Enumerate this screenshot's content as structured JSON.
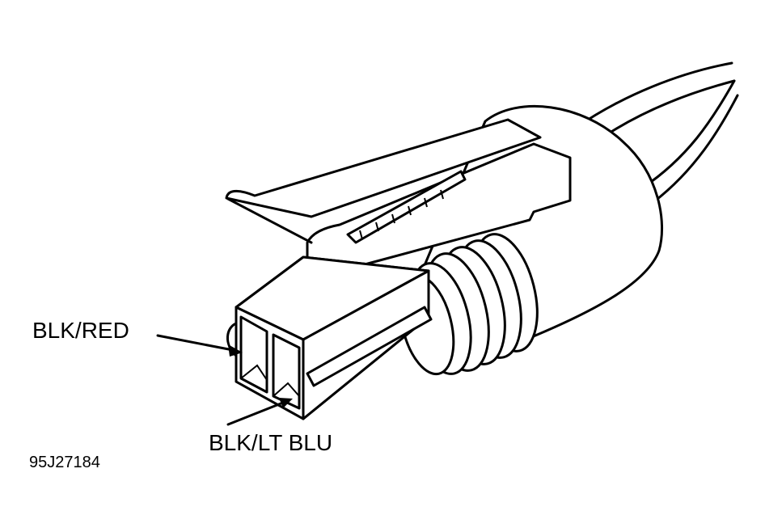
{
  "labels": {
    "wire_1": "BLK/RED",
    "wire_2": "BLK/LT BLU"
  },
  "figure_id": "95J27184"
}
